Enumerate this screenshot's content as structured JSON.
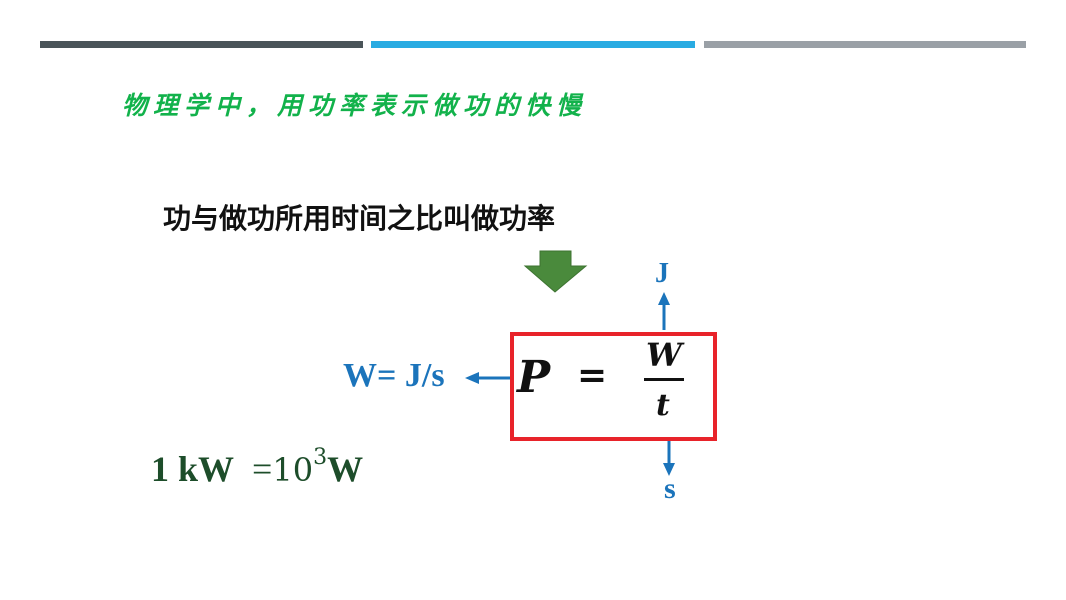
{
  "slide": {
    "subtitle": "物理学中，用功率表示做功的快慢",
    "definition": "功与做功所用时间之比叫做功率",
    "formula": {
      "lhs": "P",
      "equals": "=",
      "numerator": "W",
      "denominator": "t"
    },
    "units": {
      "numerator_unit": "J",
      "denominator_unit": "s",
      "power_unit": "W= J/s"
    },
    "conversion": {
      "left": "1 kW",
      "equals": "=",
      "base": "10",
      "exponent": "3",
      "unit": "W"
    },
    "colors": {
      "subtitle": "#12b24b",
      "arrow": "#4a8a3c",
      "unit_blue": "#1b74bb",
      "formula_border": "#e8232a",
      "conversion": "#1d4d2a",
      "bar_dark": "#4a5459",
      "bar_blue": "#29abe2",
      "bar_gray": "#9aa0a6"
    },
    "icons": {
      "down_arrow": "block-arrow-down-icon",
      "up_arrow": "arrow-up-icon",
      "left_arrow": "arrow-left-icon"
    }
  }
}
